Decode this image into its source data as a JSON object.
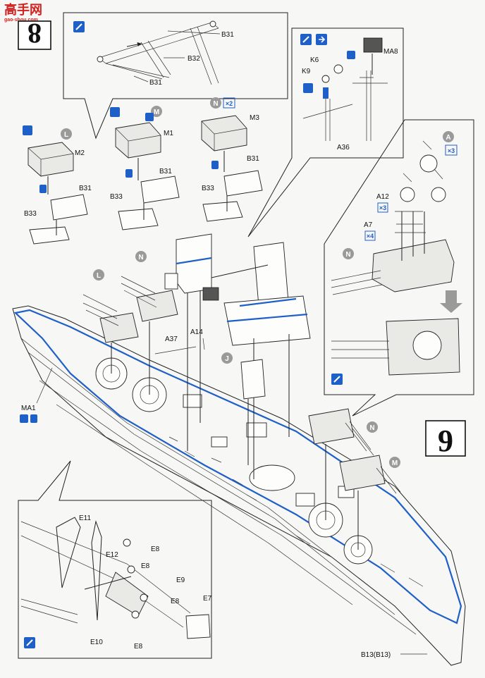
{
  "watermark": {
    "brand": "高手网",
    "site": "gao-shou.com"
  },
  "steps": {
    "step8": "8",
    "step9": "9"
  },
  "labels": {
    "b31_top1": "B31",
    "b32": "B32",
    "b31_top2": "B31",
    "m2": "M2",
    "m1": "M1",
    "m3": "M3",
    "b31_l": "B31",
    "b31_m": "B31",
    "b31_r": "B31",
    "b33_l": "B33",
    "b33_m": "B33",
    "b33_r": "B33",
    "ma8": "MA8",
    "k6": "K6",
    "k9": "K9",
    "a36": "A36",
    "a12": "A12",
    "a7": "A7",
    "a14": "A14",
    "a37": "A37",
    "ma1": "MA1",
    "e11": "E11",
    "e8_a": "E8",
    "e12": "E12",
    "e8_b": "E8",
    "e9": "E9",
    "e8_c": "E8",
    "e7": "E7",
    "e10": "E10",
    "e8_d": "E8",
    "b13": "B13(B13)"
  },
  "badges": {
    "l1": "L",
    "m1": "M",
    "n1": "N",
    "a": "A",
    "n2": "N",
    "n3": "N",
    "l2": "L",
    "j": "J",
    "n4": "N",
    "m2": "M"
  },
  "multipliers": {
    "n_x2": "×2",
    "a_x3": "×3",
    "a12_x3": "×3",
    "a7_x4": "×4"
  },
  "icons": [
    "glue-icon",
    "paint-icon",
    "cement-icon",
    "flip-icon",
    "photo-etch-icon"
  ],
  "colors": {
    "blue_line": "#1f5fc8",
    "badge_gray": "#9a9a9a",
    "watermark_red": "#d2211f"
  }
}
